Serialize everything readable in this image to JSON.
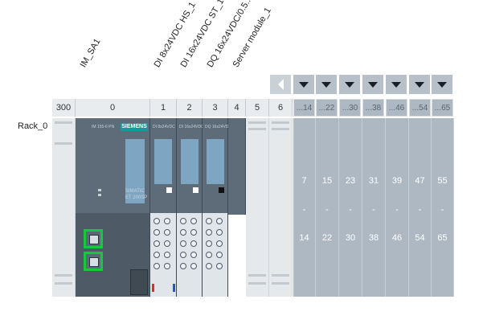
{
  "modules": [
    {
      "name": "IM_SA1",
      "slot": "0"
    },
    {
      "name": "DI 8x24VDC HS_1",
      "slot": "1"
    },
    {
      "name": "DI 16x24VDC ST_1",
      "slot": "2"
    },
    {
      "name": "DQ  16x24VDC/0.5...",
      "slot": "3"
    },
    {
      "name": "Server module_1",
      "slot": "4"
    }
  ],
  "rack": {
    "label": "Rack_0"
  },
  "header": {
    "fixed": [
      "300",
      "0",
      "1",
      "2",
      "3",
      "4",
      "5",
      "6"
    ],
    "ranges": [
      "...14",
      "...22",
      "...30",
      "...38",
      "...46",
      "...54",
      "...65"
    ]
  },
  "slot_groups": [
    {
      "top": "7",
      "dash": "-",
      "bottom": "14"
    },
    {
      "top": "15",
      "dash": "-",
      "bottom": "22"
    },
    {
      "top": "23",
      "dash": "-",
      "bottom": "30"
    },
    {
      "top": "31",
      "dash": "-",
      "bottom": "38"
    },
    {
      "top": "39",
      "dash": "-",
      "bottom": "46"
    },
    {
      "top": "47",
      "dash": "-",
      "bottom": "54"
    },
    {
      "top": "55",
      "dash": "-",
      "bottom": "65"
    }
  ],
  "device": {
    "brand": "SIEMENS",
    "line1": "SIMATIC",
    "line2": "ET 200SP"
  },
  "icons": {
    "scroll_left": "triangle-left-icon",
    "expand": "triangle-down-icon",
    "port": "ethernet-port-icon"
  },
  "colors": {
    "port_highlight": "#18c83a",
    "module_body": "#5d6c78",
    "slot_fill": "#aeb8c2"
  }
}
